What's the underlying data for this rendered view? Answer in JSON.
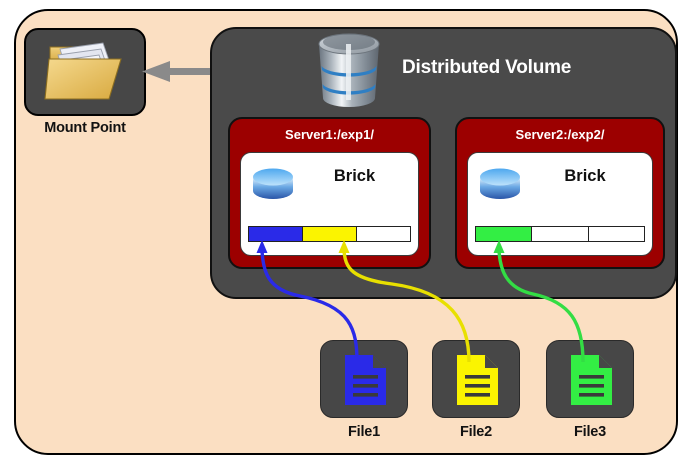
{
  "diagram": {
    "title": "Distributed Volume",
    "mount_point": {
      "label": "Mount Point",
      "icon": "folder-icon"
    },
    "volume": {
      "label": "Distributed Volume",
      "icon": "database-cylinder-icon"
    },
    "servers": [
      {
        "label": "Server1:/exp1/",
        "brick": {
          "label": "Brick",
          "icon": "brick-cylinder-icon",
          "segments": [
            {
              "name": "slot-1",
              "color": "#2a2ae8",
              "filled": true
            },
            {
              "name": "slot-2",
              "color": "#fbf400",
              "filled": true
            },
            {
              "name": "slot-3",
              "color": "#ffffff",
              "filled": false
            }
          ]
        }
      },
      {
        "label": "Server2:/exp2/",
        "brick": {
          "label": "Brick",
          "icon": "brick-cylinder-icon",
          "segments": [
            {
              "name": "slot-1",
              "color": "#33ee44",
              "filled": true
            },
            {
              "name": "slot-2",
              "color": "#ffffff",
              "filled": false
            },
            {
              "name": "slot-3",
              "color": "#ffffff",
              "filled": false
            }
          ]
        }
      }
    ],
    "files": [
      {
        "label": "File1",
        "color": "#2a2ae8",
        "target": "Server1:/exp1/ slot-1"
      },
      {
        "label": "File2",
        "color": "#fbf400",
        "target": "Server1:/exp1/ slot-2"
      },
      {
        "label": "File3",
        "color": "#33ee44",
        "target": "Server2:/exp2/ slot-1"
      }
    ],
    "arrows": [
      {
        "name": "volume-to-mount-arrow",
        "color": "#808080",
        "direction": "left"
      },
      {
        "name": "file1-to-brick1-arrow",
        "color": "#2a2ae8"
      },
      {
        "name": "file2-to-brick1-arrow",
        "color": "#e8e000"
      },
      {
        "name": "file3-to-brick2-arrow",
        "color": "#33dd44"
      }
    ],
    "colors": {
      "background": "#fbdfc2",
      "panel": "#4a4a4a",
      "server": "#9c0000",
      "card": "#ffffff"
    }
  }
}
